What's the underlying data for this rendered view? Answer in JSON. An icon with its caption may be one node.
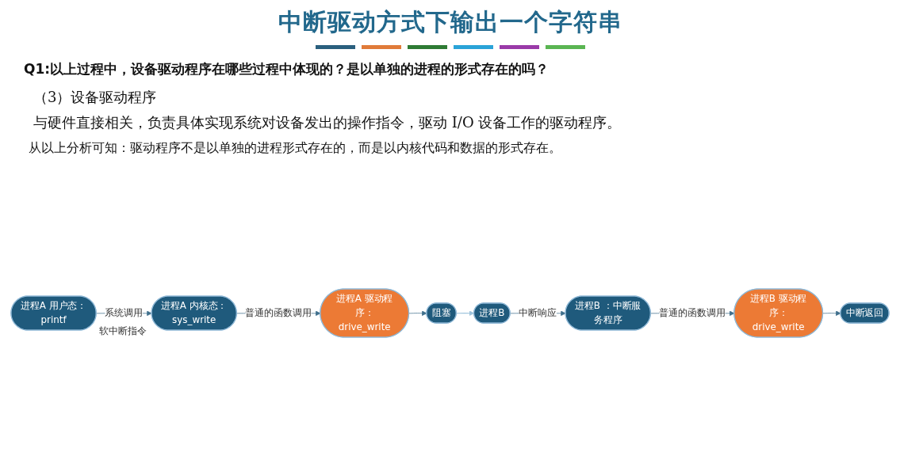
{
  "diagram": {
    "title": "中断驱动方式下输出一个字符串",
    "nodes": [
      {
        "text": [
          "进程A 用户态：printf"
        ]
      },
      {
        "text": [
          "进程A 内核态：sys_write"
        ]
      },
      {
        "text": [
          "进程A 驱动程序：drive_write"
        ]
      },
      {
        "text": [
          "阻塞"
        ]
      },
      {
        "text": [
          "进程B"
        ]
      },
      {
        "text": [
          "进程B ：中断服务程序"
        ]
      },
      {
        "text": [
          "进程B 驱动程序：drive_write"
        ]
      },
      {
        "text": [
          "中断返回"
        ]
      }
    ],
    "edges": [
      {
        "from": 0,
        "to": 1,
        "arrow": "to",
        "label": "系统调用"
      },
      {
        "from": 1,
        "to": 2,
        "arrow": "to",
        "label": "普通的函数调用"
      },
      {
        "from": 2,
        "to": 3,
        "arrow": "to"
      },
      {
        "from": 3,
        "to": 4,
        "arrow": "to",
        "color": "#9dc3dc"
      },
      {
        "from": 4,
        "to": 5,
        "arrow": "to",
        "label": "中断响应"
      },
      {
        "from": 5,
        "to": 6,
        "arrow": "to",
        "label": "普通的函数调用"
      },
      {
        "from": 6,
        "to": 7,
        "arrow": "to"
      }
    ],
    "labels": [
      "Q1:以上过程中，设备驱动程序在哪些过程中体现的？是以单独的进程的形式存在的吗？",
      "（3）设备驱动程序",
      "与硬件直接相关，负责具体实现系统对设备发出的操作指令，驱动 I/O 设备工作的驱动程序。",
      "从以上分析可知：驱动程序不是以单独的进程形式存在的，而是以内核代码和数据的形式存在。",
      "软中断指令"
    ]
  }
}
